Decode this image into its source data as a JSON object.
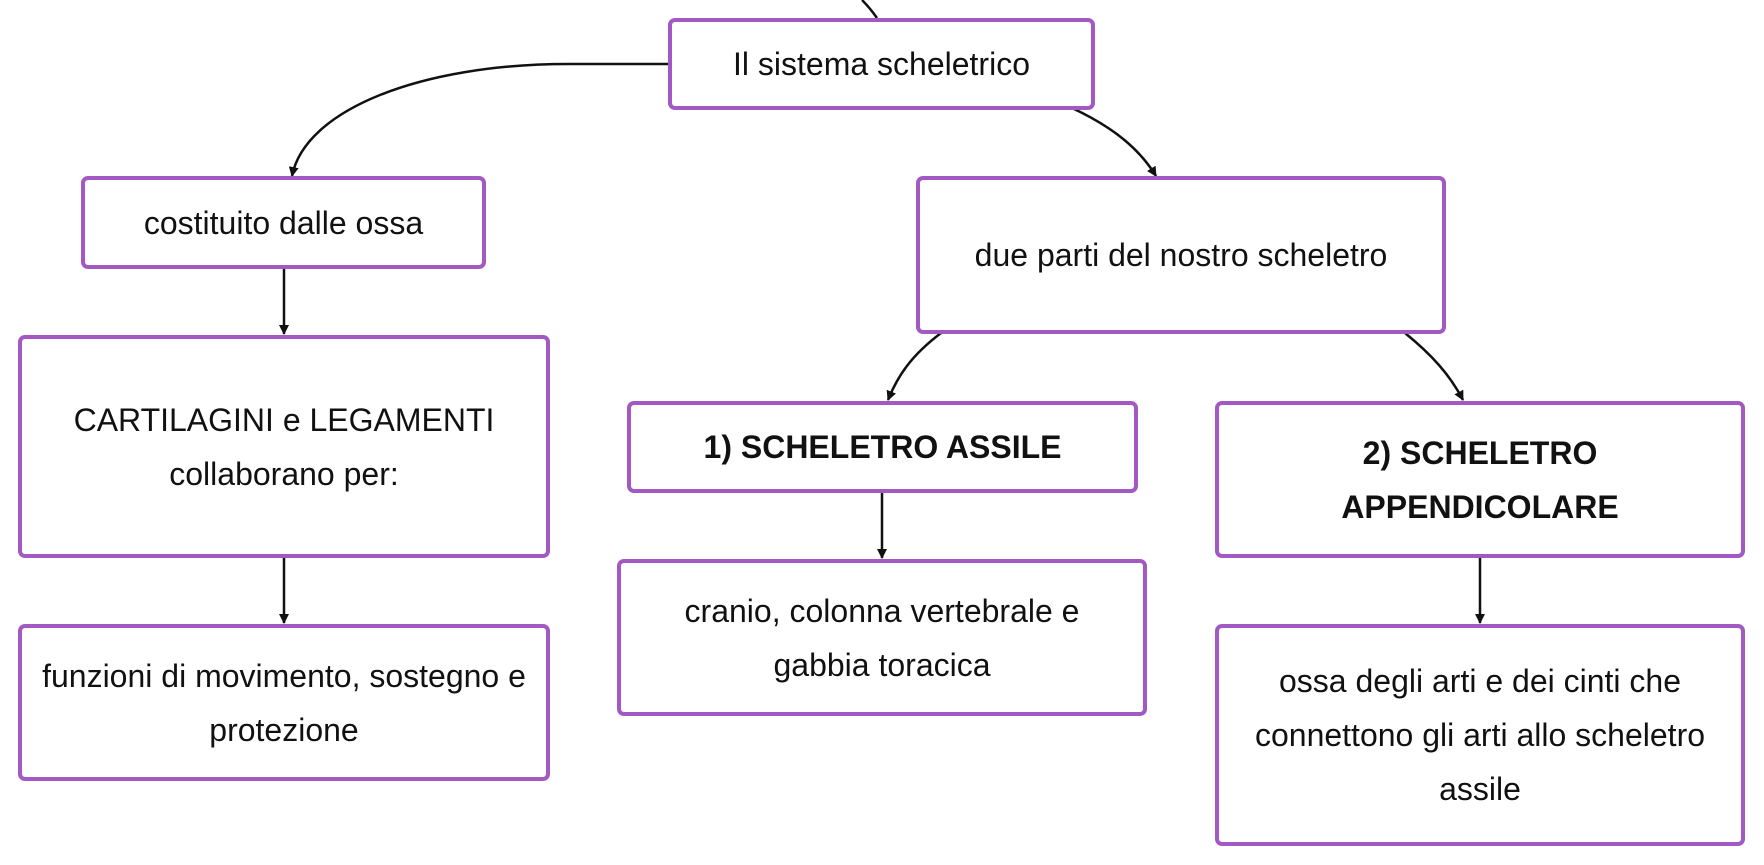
{
  "colors": {
    "node_border": "#a259c4",
    "node_text": "#111111",
    "connector": "#111111",
    "background": "#ffffff"
  },
  "nodes": {
    "root": {
      "label": "Il sistema scheletrico"
    },
    "bones": {
      "label": "costituito dalle ossa"
    },
    "parts": {
      "label": "due parti del nostro scheletro"
    },
    "cartilage": {
      "label": "CARTILAGINI e LEGAMENTI collaborano per:"
    },
    "axial": {
      "label": "1) SCHELETRO ASSILE"
    },
    "appendicular": {
      "label": "2) SCHELETRO APPENDICOLARE"
    },
    "functions": {
      "label": "funzioni di movimento, sostegno e protezione"
    },
    "axial_detail": {
      "label": "cranio, colonna vertebrale e gabbia toracica"
    },
    "appendicular_detail": {
      "label": "ossa degli arti e dei cinti che connettono gli arti allo scheletro assile"
    }
  }
}
